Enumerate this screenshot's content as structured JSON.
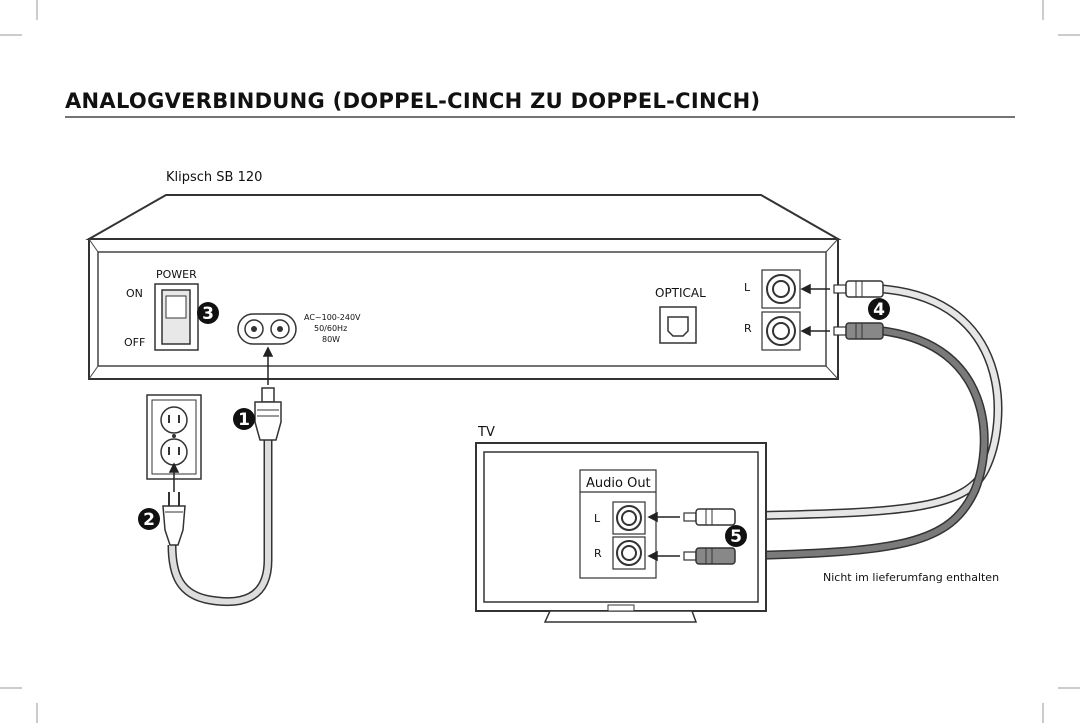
{
  "heading": "ANALOGVERBINDUNG (DOPPEL-CINCH ZU DOPPEL-CINCH)",
  "device": {
    "name": "Klipsch SB 120",
    "power_label": "POWER",
    "on_label": "ON",
    "off_label": "OFF",
    "ac_line1": "AC~100-240V",
    "ac_line2": "50/60Hz",
    "ac_line3": "80W",
    "optical_label": "OPTICAL",
    "left_label": "L",
    "right_label": "R"
  },
  "tv": {
    "label": "TV",
    "audio_out_label": "Audio Out",
    "left_label": "L",
    "right_label": "R"
  },
  "steps": [
    "1",
    "2",
    "3",
    "4",
    "5"
  ],
  "note": "Nicht im lieferumfang enthalten"
}
